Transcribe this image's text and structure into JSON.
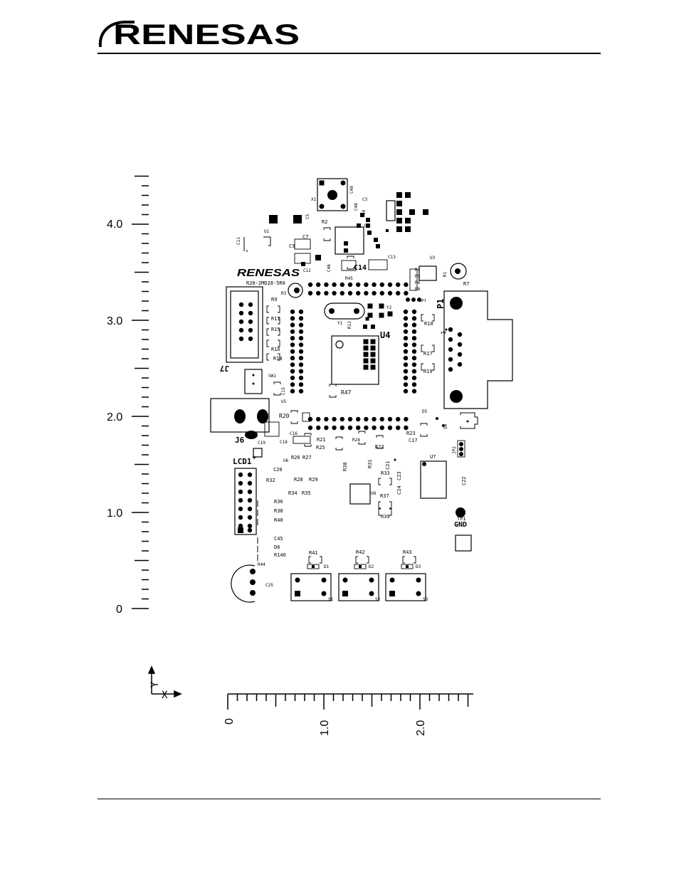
{
  "header": {
    "logo_text": "RENESAS"
  },
  "silkscreen": {
    "board_logo": "RENESAS",
    "board_part": "R20-2MD28-5R0",
    "labels": {
      "u4": "U4",
      "p1": "P1",
      "j6": "J6",
      "j7": "J7",
      "lcd1": "LCD1",
      "lcd_plus": "+",
      "c14": "C14",
      "gnd": "GND",
      "tp1": "TP1",
      "x1": "X1",
      "u7": "U7",
      "u8": "U8",
      "u1": "U1",
      "u3": "U3",
      "u2": "U2",
      "u5": "U5",
      "u6": "U6",
      "y1": "Y1",
      "y2": "Y2",
      "r1": "R1",
      "r2": "R2",
      "r3": "R3",
      "r4": "R4",
      "r5": "R5",
      "r6": "R6",
      "r7": "R7",
      "r8": "R8",
      "r9": "R9",
      "r10": "R10",
      "r11": "R11",
      "r13": "R13",
      "r15": "R15",
      "r16": "R16",
      "r17": "R17",
      "r18": "R18",
      "r19": "R19",
      "r20": "R20",
      "r21": "R21",
      "r22": "R22",
      "r23": "R23",
      "r24": "R24",
      "r25": "R25",
      "r26": "R26",
      "r27": "R27",
      "r28": "R28",
      "r29": "R29",
      "r30": "R30",
      "r31": "R31",
      "r32": "R32",
      "r33": "R33",
      "r34": "R34",
      "r35": "R35",
      "r36": "R36",
      "r37": "R37",
      "r38": "R38",
      "r39": "R39",
      "r40": "R40",
      "r41": "R41",
      "r42": "R42",
      "r43": "R43",
      "r44": "R44",
      "r45": "R45",
      "r47": "R47",
      "r140": "R140",
      "c3": "C3",
      "c4": "C4",
      "c5": "C5",
      "c7": "C7",
      "c9": "C9",
      "c11": "C11",
      "c12": "C12",
      "c13": "C13",
      "c15": "C15",
      "c16": "C16",
      "c17": "C17",
      "c18": "C18",
      "c19": "C19",
      "c20": "C20",
      "c21": "C21",
      "c22": "C22",
      "c23": "C23",
      "c24": "C24",
      "c25": "C25",
      "c45": "C45",
      "c46": "C46",
      "c48": "C48",
      "c49": "C49",
      "d1": "D1",
      "d2": "D2",
      "d3": "D3",
      "d5": "D5",
      "d6": "D6",
      "s1": "S1",
      "s2": "S2",
      "s3": "S3",
      "s4": "S4",
      "sw1": "SW1",
      "jp1": "JP1",
      "jp2": "JP2",
      "pin1": "1"
    }
  },
  "y_axis": {
    "labels": [
      "4.0",
      "3.0",
      "2.0",
      "1.0",
      "0"
    ],
    "values": [
      4.0,
      3.0,
      2.0,
      1.0,
      0
    ]
  },
  "x_axis": {
    "labels": [
      "0",
      "1.0",
      "2.0"
    ],
    "values": [
      0,
      1.0,
      2.0
    ]
  },
  "orientation": {
    "y_label": "Y",
    "x_label": "X"
  }
}
